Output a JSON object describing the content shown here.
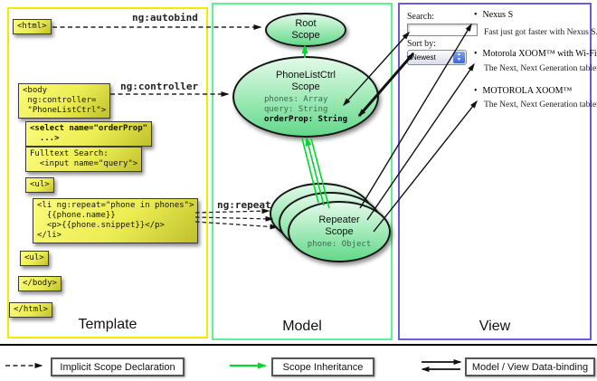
{
  "columns": {
    "template": {
      "label": "Template"
    },
    "model": {
      "label": "Model"
    },
    "view": {
      "label": "View"
    }
  },
  "template_boxes": {
    "html_open": "<html>",
    "body_open": "<body\n ng:controller=\n \"PhoneListCtrl\">",
    "select": "<select name=\"orderProp\"\n  ...>",
    "fulltext": "Fulltext Search:\n  <input name=\"query\">",
    "ul_open": "<ul>",
    "li_repeat": "<li ng:repeat=\"phone in phones\">\n  {{phone.name}}\n  <p>{{phone.snippet}}</p>\n</li>",
    "ul_close": "<ul>",
    "body_close": "</body>",
    "html_close": "</html>"
  },
  "edge_labels": {
    "autobind": "ng:autobind",
    "controller": "ng:controller",
    "repeat": "ng:repeat"
  },
  "scopes": {
    "root": {
      "title": "Root\nScope"
    },
    "phonelist": {
      "title": "PhoneListCtrl\nScope",
      "props": "phones: Array\nquery: String",
      "bold_prop": "orderProp: String"
    },
    "repeater": {
      "title": "Repeater\nScope",
      "prop": "phone: Object"
    }
  },
  "view_panel": {
    "search_label": "Search:",
    "search_value": "",
    "sort_label": "Sort by:",
    "sort_value": "Newest",
    "items": [
      {
        "title": "Nexus S",
        "desc": "Fast just got faster with Nexus S."
      },
      {
        "title": "Motorola XOOM™ with Wi-Fi",
        "desc": "The Next, Next Generation tablet."
      },
      {
        "title": "MOTOROLA XOOM™",
        "desc": "The Next, Next Generation tablet."
      }
    ]
  },
  "legend": {
    "implicit": "Implicit Scope Declaration",
    "inheritance": "Scope Inheritance",
    "databinding": "Model / View Data-binding"
  },
  "colors": {
    "template_border": "#f0ee00",
    "model_border": "#5ef296",
    "view_border": "#6f5bd7",
    "box_yellow": "#ecec52",
    "scope_green": "#63d88a",
    "inheritance_green": "#00d830",
    "arrow_black": "#111111"
  }
}
